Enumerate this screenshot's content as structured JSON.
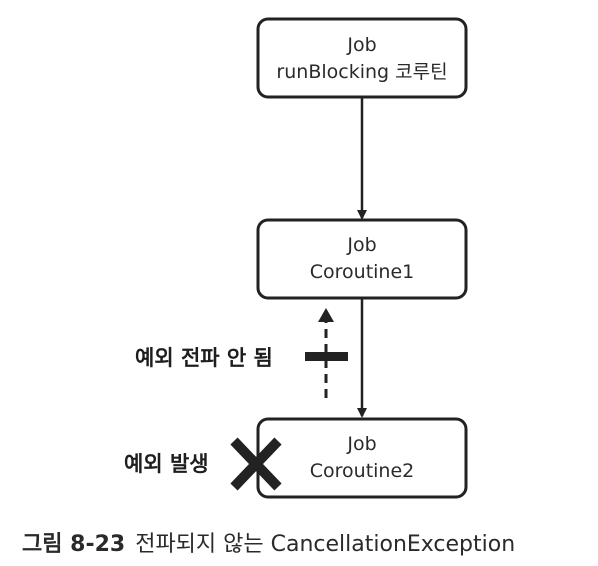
{
  "nodes": {
    "top": {
      "line1": "Job",
      "line2": "runBlocking 코루틴"
    },
    "middle": {
      "line1": "Job",
      "line2": "Coroutine1"
    },
    "bottom": {
      "line1": "Job",
      "line2": "Coroutine2"
    }
  },
  "annotations": {
    "no_propagation": "예외 전파 안 됨",
    "exception_raised": "예외 발생"
  },
  "caption": {
    "label": "그림 8-23",
    "text": "전파되지 않는 CancellationException"
  },
  "colors": {
    "stroke": "#222222",
    "text": "#2a2a2a",
    "background": "#ffffff"
  }
}
